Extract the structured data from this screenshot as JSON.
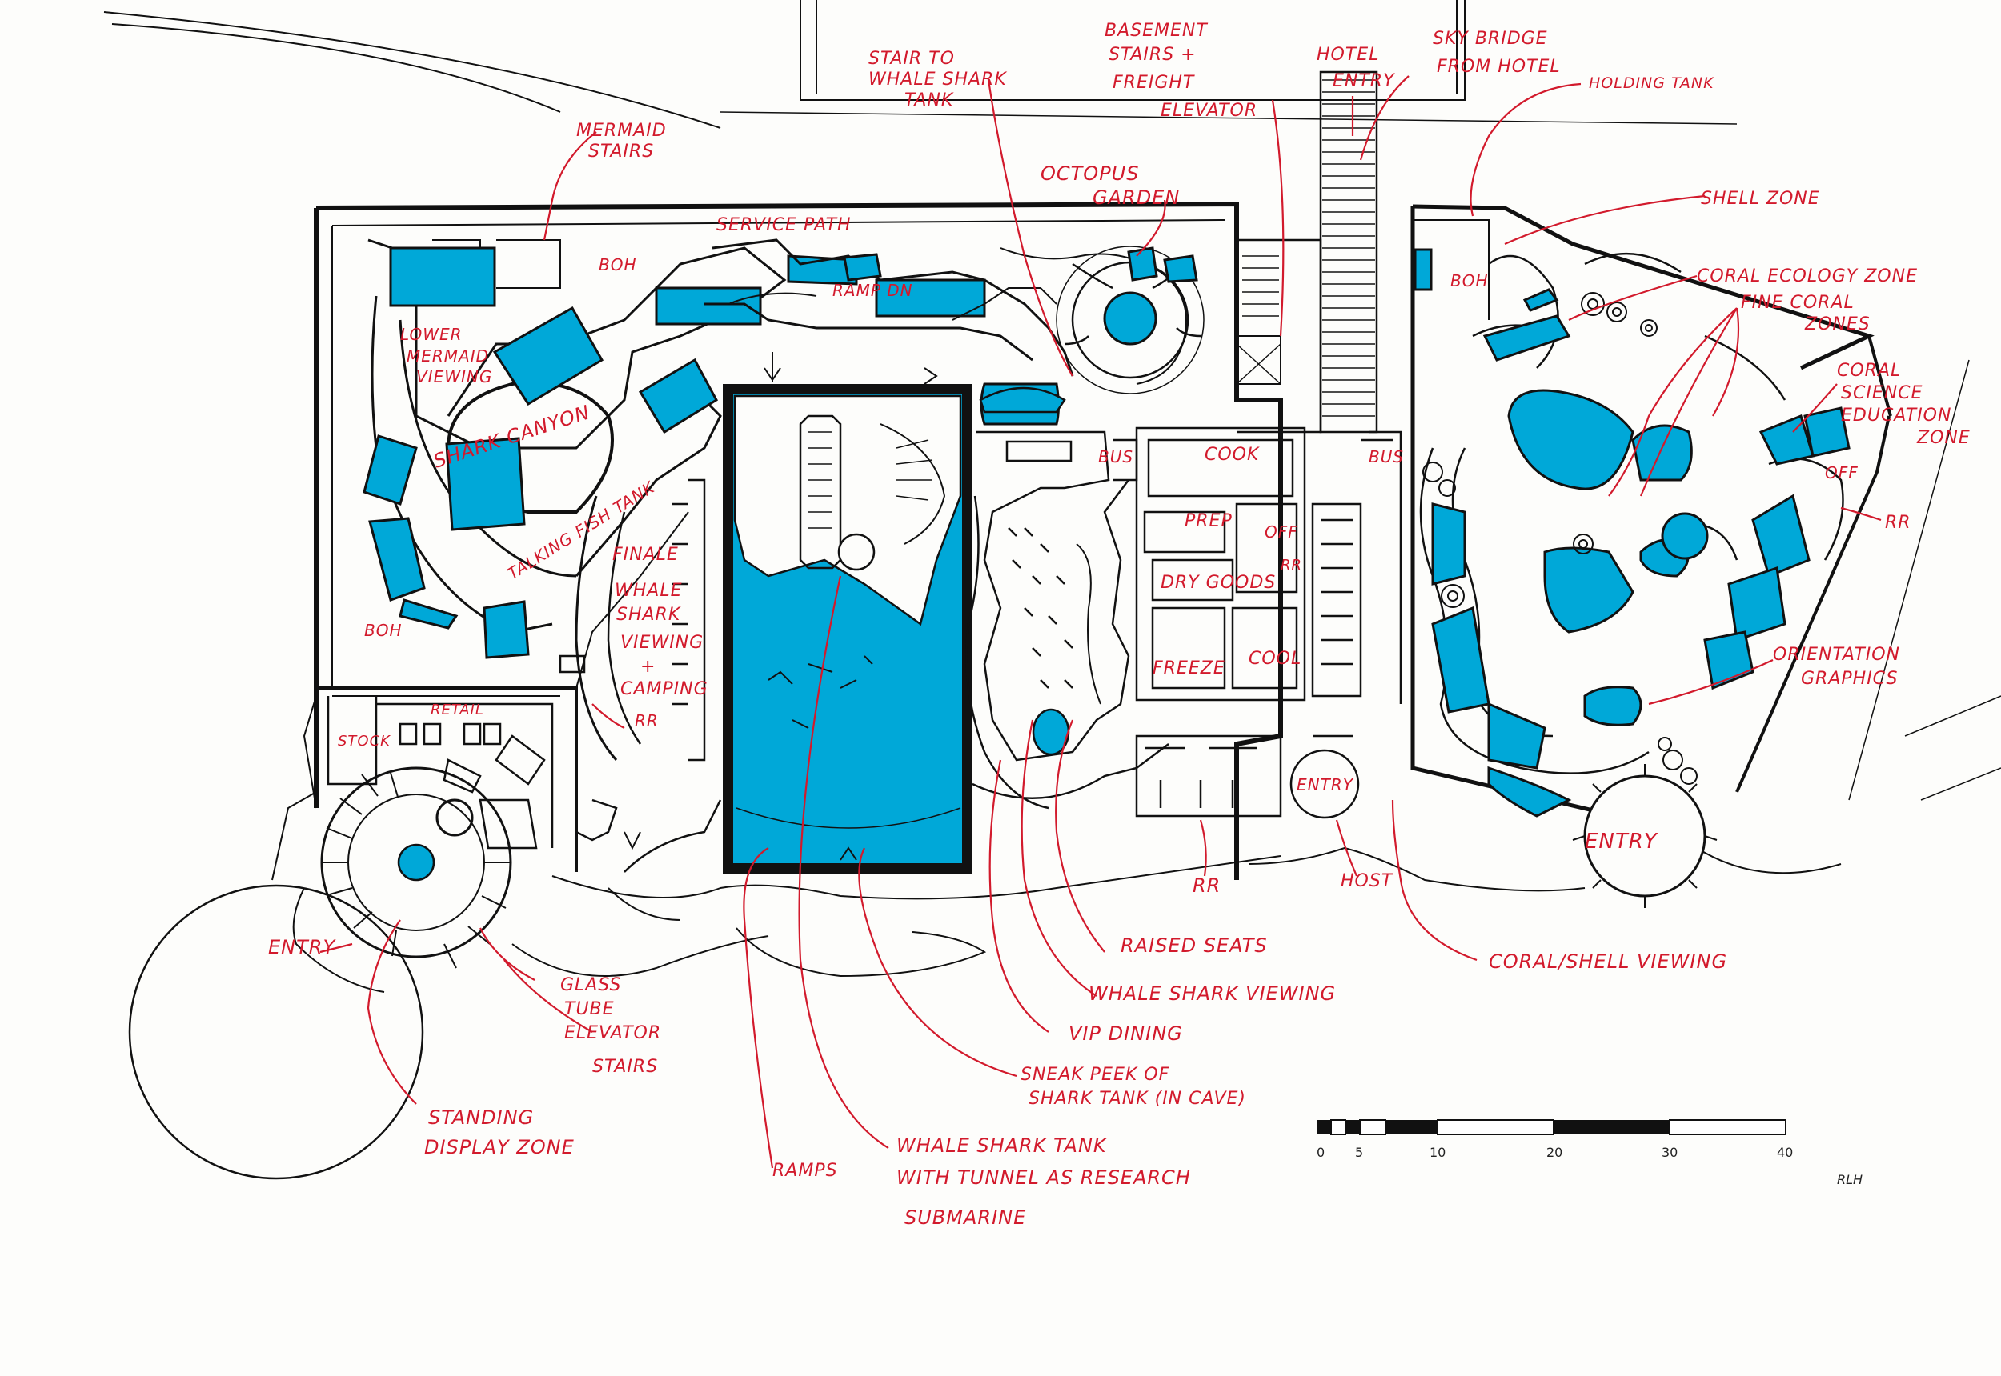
{
  "colors": {
    "ink": "#111111",
    "water": "#00a8d8",
    "annotation": "#d21a2c",
    "paper": "#fdfdfb"
  },
  "labels": {
    "mermaid_stairs": [
      "MERMAID",
      "STAIRS"
    ],
    "stair_whale": [
      "STAIR TO",
      "WHALE SHARK",
      "TANK"
    ],
    "basement": [
      "BASEMENT",
      "STAIRS +",
      "FREIGHT",
      "ELEVATOR"
    ],
    "hotel_entry": [
      "HOTEL",
      "ENTRY"
    ],
    "sky_bridge": [
      "SKY BRIDGE",
      "FROM HOTEL"
    ],
    "holding_tank": "HOLDING TANK",
    "octopus": [
      "OCTOPUS",
      "GARDEN"
    ],
    "shell_zone": "SHELL ZONE",
    "coral_ecology": "CORAL ECOLOGY ZONE",
    "fine_coral": [
      "FINE CORAL",
      "ZONES"
    ],
    "coral_science": [
      "CORAL",
      "SCIENCE",
      "EDUCATION",
      "ZONE"
    ],
    "rr_right": "RR",
    "orientation": [
      "ORIENTATION",
      "GRAPHICS"
    ],
    "service_path": "SERVICE PATH",
    "boh_top": "BOH",
    "boh_left": "BOH",
    "boh_right": "BOH",
    "ramp_dn": "RAMP DN",
    "lower_mermaid": [
      "LOWER",
      "MERMAID",
      "VIEWING"
    ],
    "shark_canyon": "SHARK CANYON",
    "talking_fish": "TALKING FISH TANK",
    "finale": [
      "FINALE",
      "WHALE",
      "SHARK",
      "VIEWING",
      "+",
      "CAMPING"
    ],
    "rr_finale": "RR",
    "stock": "STOCK",
    "retail": "RETAIL",
    "bus_left": "BUS",
    "bus_right": "BUS",
    "cook": "COOK",
    "prep": "PREP",
    "off": "OFF",
    "rr_kitchen": "RR",
    "dry_goods": "DRY GOODS",
    "freeze": "FREEZE",
    "cool": "COOL",
    "entry_small": "ENTRY",
    "entry_right": "ENTRY",
    "off_right": "OFF",
    "entry_left": "ENTRY",
    "glass_tube": [
      "GLASS",
      "TUBE",
      "ELEVATOR"
    ],
    "stairs": "STAIRS",
    "standing": [
      "STANDING",
      "DISPLAY ZONE"
    ],
    "ramps": "RAMPS",
    "whale_tank": [
      "WHALE SHARK TANK",
      "WITH TUNNEL AS RESEARCH",
      "SUBMARINE"
    ],
    "sneak_peek": [
      "SNEAK PEEK OF",
      "SHARK TANK (IN CAVE)"
    ],
    "vip_dining": "VIP DINING",
    "whale_viewing": "WHALE SHARK VIEWING",
    "raised_seats": "RAISED SEATS",
    "rr_bottom": "RR",
    "host": "HOST",
    "coral_shell": "CORAL/SHELL VIEWING"
  },
  "scale_bar": {
    "ticks": [
      "0",
      "5",
      "10",
      "20",
      "30",
      "40"
    ]
  },
  "signature": "RLH"
}
